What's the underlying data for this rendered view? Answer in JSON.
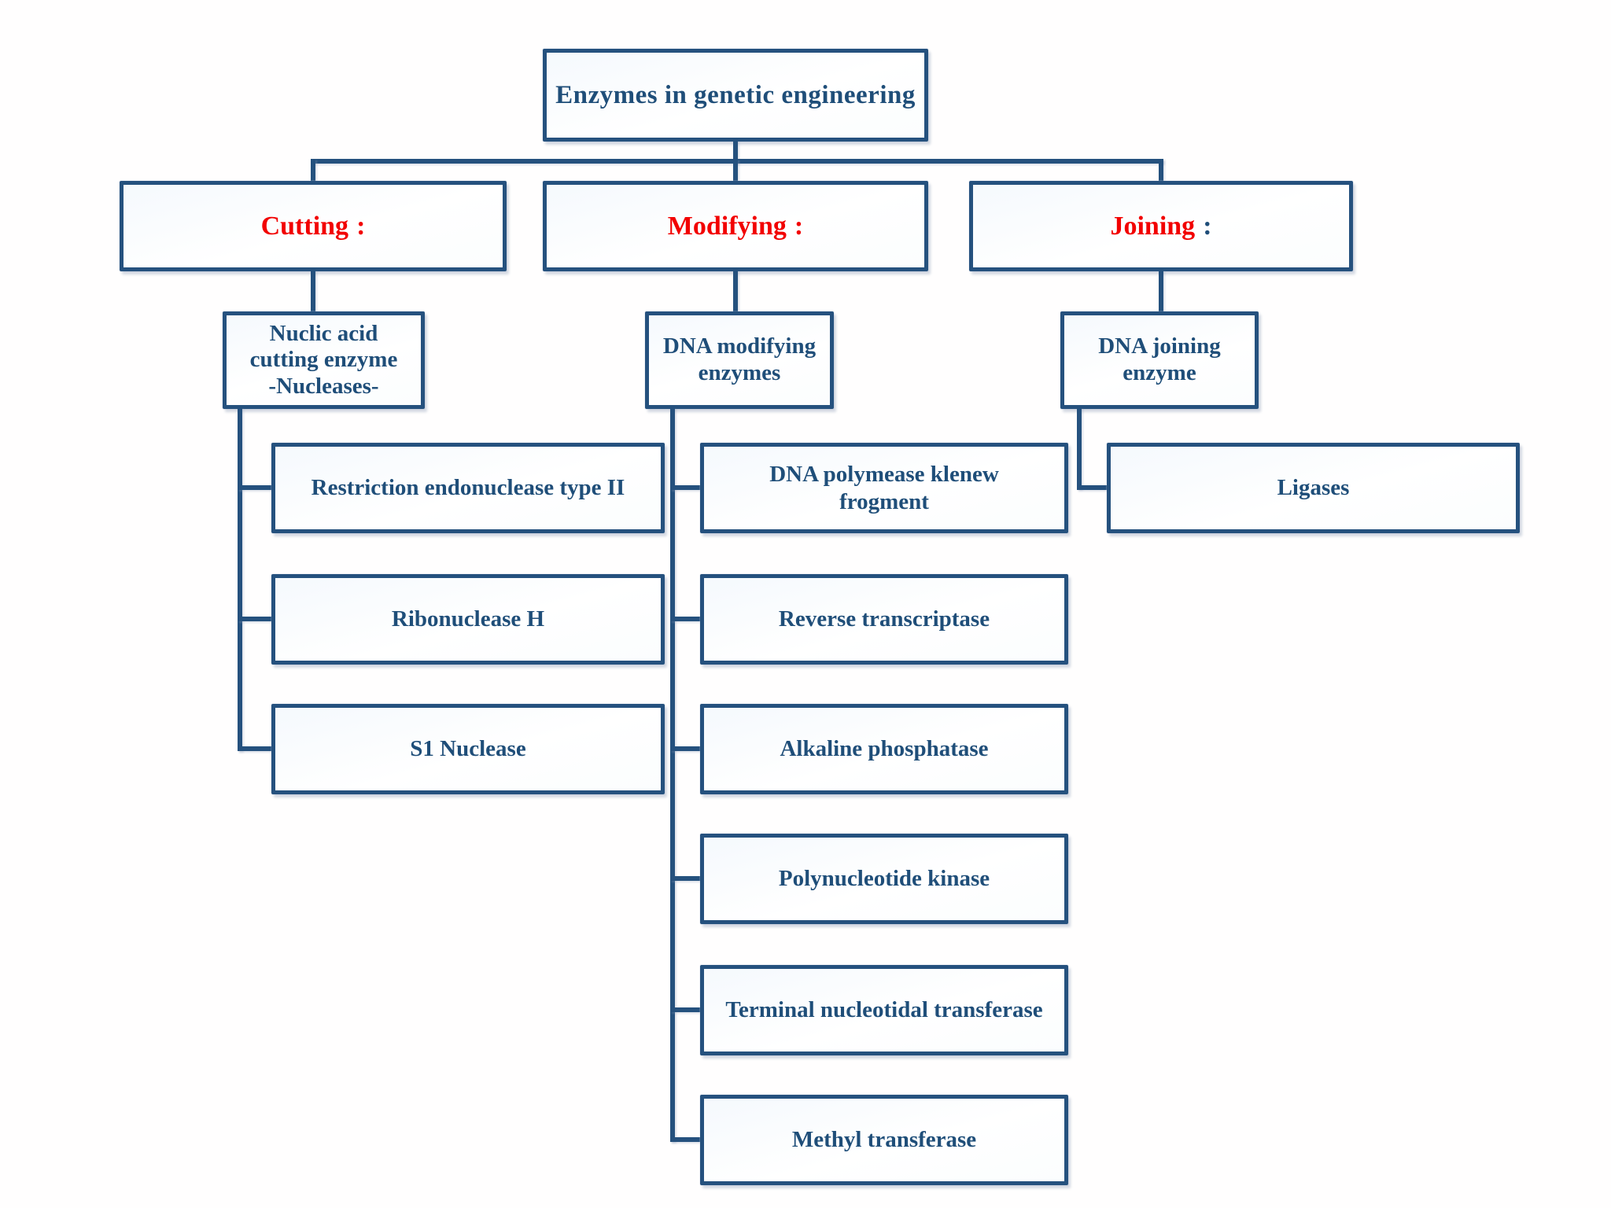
{
  "diagram": {
    "title": "Enzymes in genetic engineering",
    "colors": {
      "box_border_blue": "#25517e",
      "text_blue": "#1f4e79",
      "category_red": "#f20000"
    },
    "branches": [
      {
        "category": {
          "label": "Cutting",
          "colon": ":",
          "colon_style": "color:#f20000"
        },
        "group_lines": [
          "Nuclic acid",
          "cutting enzyme",
          "-Nucleases-"
        ],
        "leaves": [
          {
            "lines": [
              "Restriction endonuclease type II"
            ]
          },
          {
            "lines": [
              "Ribonuclease H"
            ]
          },
          {
            "lines": [
              "S1 Nuclease"
            ]
          }
        ]
      },
      {
        "category": {
          "label": "Modifying",
          "colon": ":",
          "colon_style": "color:#f20000"
        },
        "group_lines": [
          "DNA modifying",
          "enzymes"
        ],
        "leaves": [
          {
            "lines": [
              "DNA polymease klenew",
              "frogment"
            ]
          },
          {
            "lines": [
              "Reverse transcriptase"
            ]
          },
          {
            "lines": [
              "Alkaline phosphatase"
            ]
          },
          {
            "lines": [
              "Polynucleotide kinase"
            ]
          },
          {
            "lines": [
              "Terminal nucleotidal transferase"
            ]
          },
          {
            "lines": [
              "Methyl transferase"
            ]
          }
        ]
      },
      {
        "category": {
          "label": "Joining",
          "colon": ":",
          "colon_style": "color:#1f4e79"
        },
        "group_lines": [
          "DNA joining",
          "enzyme"
        ],
        "leaves": [
          {
            "lines": [
              "Ligases"
            ]
          }
        ]
      }
    ]
  }
}
